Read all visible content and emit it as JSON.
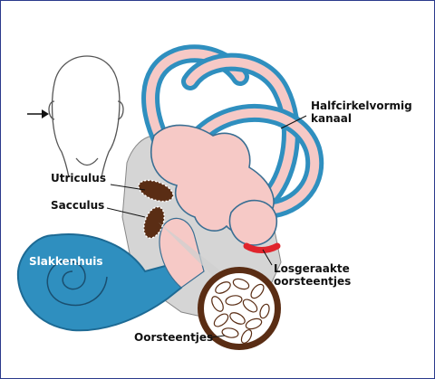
{
  "labels": {
    "halfcirkel_line1": "Halfcirkelvormig",
    "halfcirkel_line2": "kanaal",
    "utriculus": "Utriculus",
    "sacculus": "Sacculus",
    "slakkenhuis": "Slakkenhuis",
    "losgeraakte_line1": "Losgeraakte",
    "losgeraakte_line2": "oorsteentjes",
    "oorsteentjes": "Oorsteentjes"
  },
  "colors": {
    "frame": "#2a3a8c",
    "canal_blue": "#2f8fbf",
    "membrane_pink": "#f6c9c6",
    "otolith_brown": "#5a2d14",
    "loose_red": "#e0242c",
    "grey_region": "#c9c9c9"
  }
}
